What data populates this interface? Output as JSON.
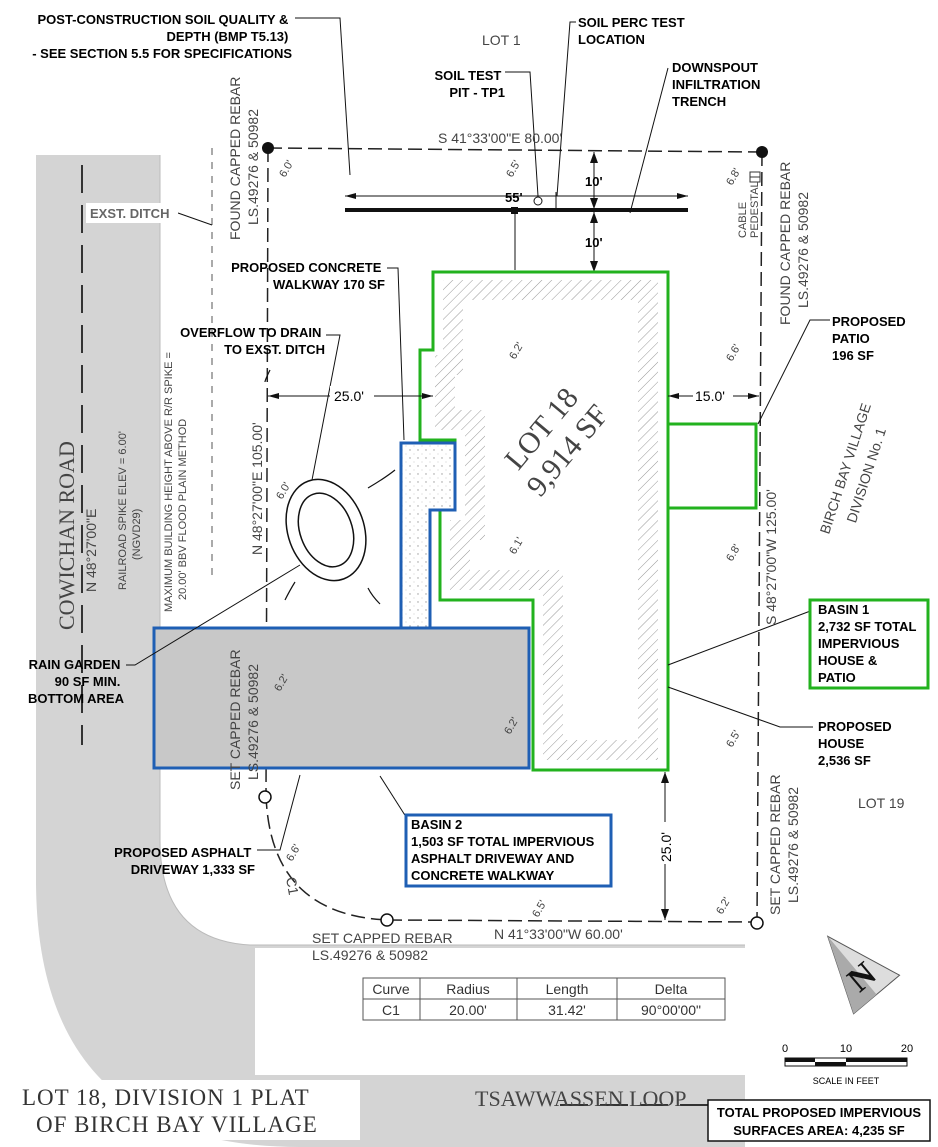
{
  "callouts": {
    "soil_quality": [
      "POST-CONSTRUCTION SOIL QUALITY &",
      "DEPTH (BMP T5.13)",
      "- SEE SECTION 5.5 FOR SPECIFICATIONS"
    ],
    "perc_test": [
      "SOIL PERC TEST",
      "LOCATION"
    ],
    "soil_test_pit": [
      "SOIL TEST",
      "PIT - TP1"
    ],
    "downspout": [
      "DOWNSPOUT",
      "INFILTRATION",
      "TRENCH"
    ],
    "ext_ditch": "EXST. DITCH",
    "walkway": [
      "PROPOSED CONCRETE",
      "WALKWAY 170 SF"
    ],
    "overflow": [
      "OVERFLOW TO DRAIN",
      "TO EXST. DITCH"
    ],
    "patio": [
      "PROPOSED",
      "PATIO",
      "196 SF"
    ],
    "rain_garden": [
      "RAIN GARDEN",
      "90 SF MIN.",
      "BOTTOM AREA"
    ],
    "basin1": [
      "BASIN 1",
      "2,732 SF TOTAL",
      "IMPERVIOUS",
      "HOUSE &",
      "PATIO"
    ],
    "house": [
      "PROPOSED",
      "HOUSE",
      "2,536 SF"
    ],
    "basin2": [
      "BASIN 2",
      "1,503 SF TOTAL IMPERVIOUS",
      "ASPHALT DRIVEWAY AND",
      "CONCRETE WALKWAY"
    ],
    "asphalt": [
      "PROPOSED ASPHALT",
      "DRIVEWAY 1,333 SF"
    ]
  },
  "labels": {
    "lot1": "LOT 1",
    "lot19": "LOT 19",
    "lot18": "LOT 18",
    "lot18_area": "9,914 SF",
    "birch_bay": [
      "BIRCH BAY VILLAGE",
      "DIVISION No. 1"
    ],
    "cowichan": "COWICHAN ROAD",
    "cowichan_bearing": "N 48°27'00\"E",
    "railroad": [
      "RAILROAD SPIKE ELEV = 6.00'",
      "(NGVD29)"
    ],
    "max_height": [
      "MAXIMUM BUILDING HEIGHT ABOVE R/R SPIKE =",
      "20.00' BBV FLOOD PLAIN METHOD"
    ],
    "tsawwassen": "TSAWWASSEN LOOP",
    "cable": [
      "CABLE",
      "PEDESTAL"
    ],
    "found_rebar": [
      "FOUND CAPPED REBAR",
      "LS.49276 & 50982"
    ],
    "set_rebar": [
      "SET CAPPED REBAR",
      "LS.49276 & 50982"
    ]
  },
  "bearings": {
    "north": "S 41°33'00\"E 80.00'",
    "south": "N 41°33'00\"W 60.00'",
    "west": "N 48°27'00\"E 105.00'",
    "east": "S 48°27'00\"W 125.00'"
  },
  "dims": {
    "trench_len": "55'",
    "ten_top": "10'",
    "ten_bot": "10'",
    "setback_w": "25.0'",
    "setback_e": "15.0'",
    "setback_s": "25.0'"
  },
  "elevations": [
    "6.0'",
    "6.5'",
    "6.8'",
    "6.2'",
    "6.6'",
    "6.1'",
    "6.8'",
    "6.0'",
    "6.2'",
    "6.2'",
    "6.5'",
    "6.6'",
    "6.5'",
    "6.2'"
  ],
  "curve_table": {
    "headers": [
      "Curve",
      "Radius",
      "Length",
      "Delta"
    ],
    "row": [
      "C1",
      "20.00'",
      "31.42'",
      "90°00'00\""
    ]
  },
  "curve_label": "C1",
  "scale": {
    "ticks": [
      "0",
      "10",
      "20"
    ],
    "label": "SCALE IN FEET"
  },
  "north_letter": "N",
  "title": [
    "LOT 18, DIVISION 1 PLAT",
    "OF BIRCH BAY VILLAGE"
  ],
  "total": [
    "TOTAL PROPOSED IMPERVIOUS",
    "SURFACES AREA: 4,235 SF"
  ],
  "colors": {
    "basin1": "#22b21e",
    "basin2": "#1f5fb4",
    "road": "#d4d4d4",
    "driveway": "#c8c8c8",
    "text": "#000000"
  }
}
